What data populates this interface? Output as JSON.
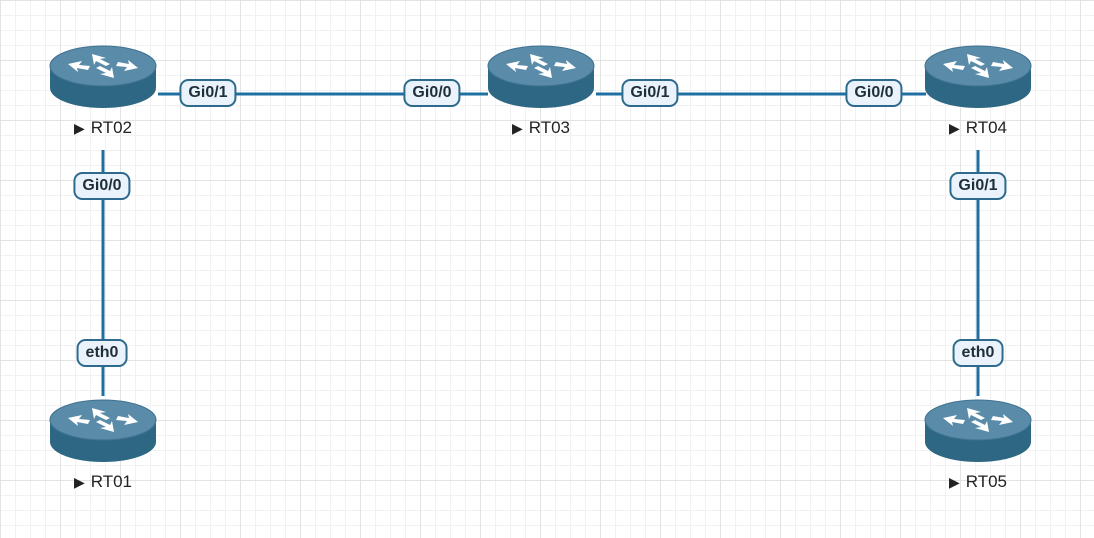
{
  "colors": {
    "link": "#1f6fa3",
    "router_top": "#5a8ba8",
    "router_body": "#2e6783",
    "arrow": "#ffffff"
  },
  "nodes": [
    {
      "id": "RT01",
      "label": "RT01",
      "icon": "router-icon"
    },
    {
      "id": "RT02",
      "label": "RT02",
      "icon": "router-icon"
    },
    {
      "id": "RT03",
      "label": "RT03",
      "icon": "router-icon"
    },
    {
      "id": "RT04",
      "label": "RT04",
      "icon": "router-icon"
    },
    {
      "id": "RT05",
      "label": "RT05",
      "icon": "router-icon"
    }
  ],
  "links": [
    {
      "a": "RT02",
      "a_port": "Gi0/1",
      "b": "RT03",
      "b_port": "Gi0/0"
    },
    {
      "a": "RT03",
      "a_port": "Gi0/1",
      "b": "RT04",
      "b_port": "Gi0/0"
    },
    {
      "a": "RT02",
      "a_port": "Gi0/0",
      "b": "RT01",
      "b_port": "eth0"
    },
    {
      "a": "RT04",
      "a_port": "Gi0/1",
      "b": "RT05",
      "b_port": "eth0"
    }
  ]
}
